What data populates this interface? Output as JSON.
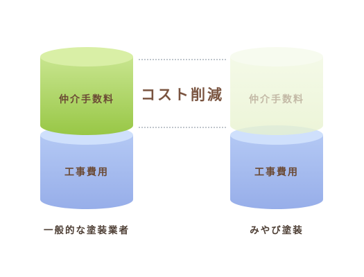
{
  "headline": "コスト削減",
  "columns": [
    {
      "caption": "一般的な塗装業者",
      "segments": {
        "top": "仲介手数料",
        "bottom": "工事費用"
      }
    },
    {
      "caption": "みやび塗装",
      "segments": {
        "top": "仲介手数料",
        "bottom": "工事費用"
      }
    }
  ],
  "colors": {
    "fee": "#a6d157",
    "fee_top": "#d9efa6",
    "fee_faded": "#eef6d8",
    "cost": "#9fb6ec",
    "cost_top": "#cfe0fc",
    "label_text": "#6b4a35",
    "dotted_line": "#7f8b9a"
  }
}
